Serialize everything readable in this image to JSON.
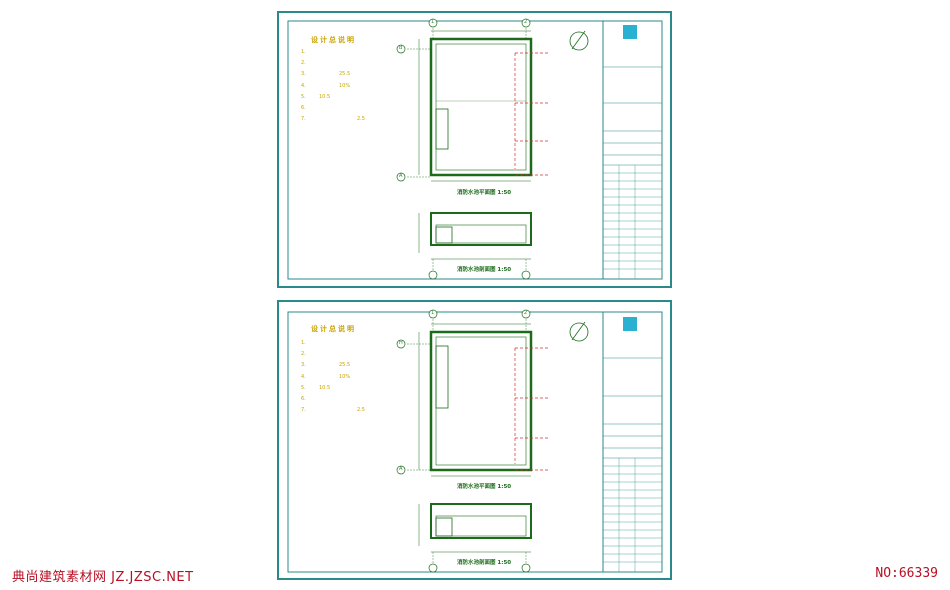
{
  "watermark": {
    "site": "典尚建筑素材网 JZ.JZSC.NET",
    "id": "NO:66339"
  },
  "sheets": [
    {
      "notes_title": "设计总说明",
      "notes": [
        "1.",
        "2.",
        "3.",
        "4.",
        "5.",
        "6.",
        "7."
      ],
      "values": [
        "",
        "",
        "25.5",
        "10%",
        "10.5",
        "",
        "2.5"
      ],
      "plan_caption": "消防水池平面图 1:50",
      "section_caption": "消防水池剖面图 1:50",
      "axes": [
        "1",
        "2",
        "B",
        "A"
      ]
    },
    {
      "notes_title": "设计总说明",
      "notes": [
        "1.",
        "2.",
        "3.",
        "4.",
        "5.",
        "6.",
        "7."
      ],
      "values": [
        "",
        "",
        "25.5",
        "10%",
        "10.5",
        "",
        "2.5"
      ],
      "plan_caption": "消防水池平面图 1:50",
      "section_caption": "消防水池剖面图 1:50",
      "axes": [
        "1",
        "2",
        "H",
        "A"
      ]
    }
  ],
  "colors": {
    "frame": "#2a8a8a",
    "line": "#1b6b1b",
    "note": "#c9a400",
    "accent": "#d03030",
    "logo": "#2ab0d0"
  }
}
